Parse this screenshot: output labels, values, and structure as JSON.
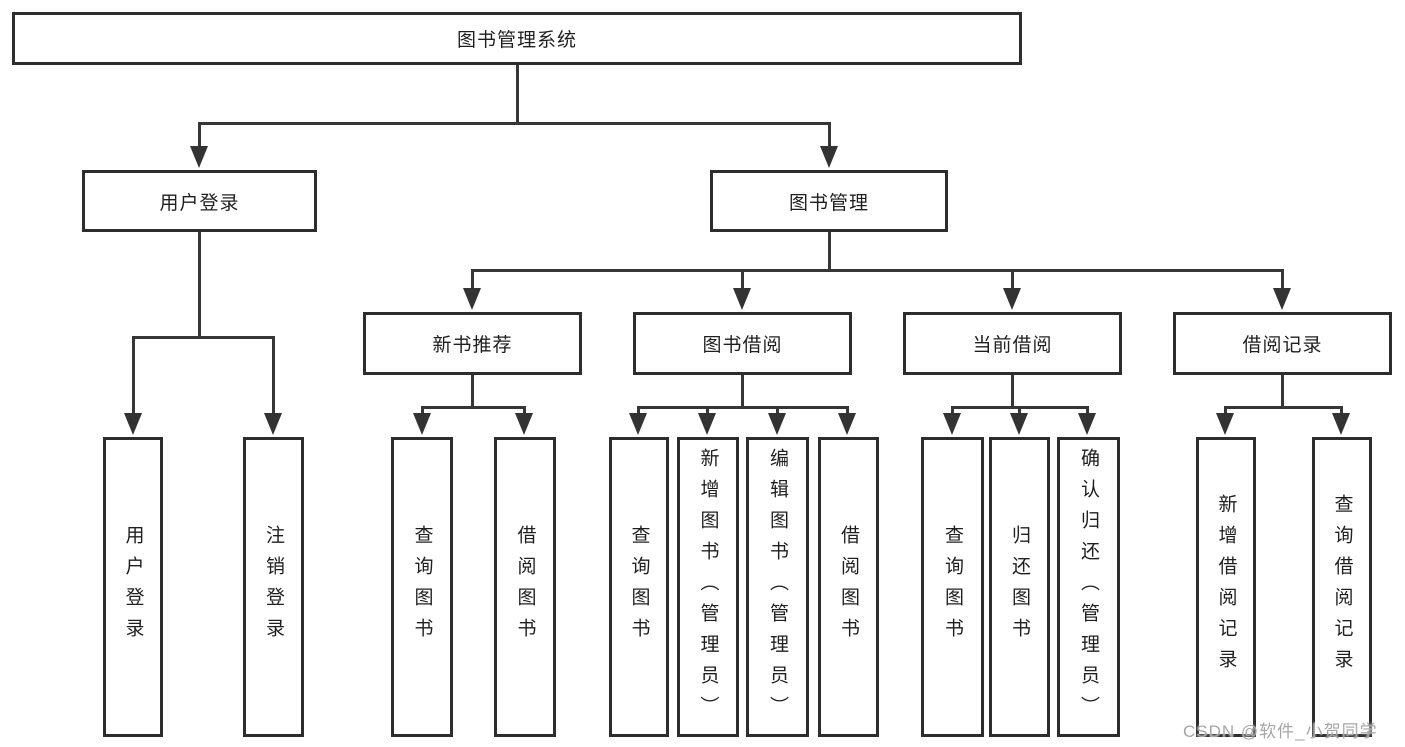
{
  "diagram": {
    "root": {
      "label": "图书管理系统"
    },
    "branches": [
      {
        "label": "用户登录",
        "children": [
          {
            "label": "用户登录"
          },
          {
            "label": "注销登录"
          }
        ]
      },
      {
        "label": "图书管理",
        "children": [
          {
            "label": "新书推荐",
            "children": [
              {
                "label": "查询图书"
              },
              {
                "label": "借阅图书"
              }
            ]
          },
          {
            "label": "图书借阅",
            "children": [
              {
                "label": "查询图书"
              },
              {
                "label": "新增图书（管理员）"
              },
              {
                "label": "编辑图书（管理员）"
              },
              {
                "label": "借阅图书"
              }
            ]
          },
          {
            "label": "当前借阅",
            "children": [
              {
                "label": "查询图书"
              },
              {
                "label": "归还图书"
              },
              {
                "label": "确认归还（管理员）"
              }
            ]
          },
          {
            "label": "借阅记录",
            "children": [
              {
                "label": "新增借阅记录"
              },
              {
                "label": "查询借阅记录"
              }
            ]
          }
        ]
      }
    ]
  },
  "watermark": {
    "text": "CSDN @软件_小贺同学"
  },
  "colors": {
    "line": "#363636",
    "box_border": "#2d2d2d",
    "text": "#1f1f1f",
    "watermark": "#a6a6a6",
    "background": "#ffffff"
  }
}
